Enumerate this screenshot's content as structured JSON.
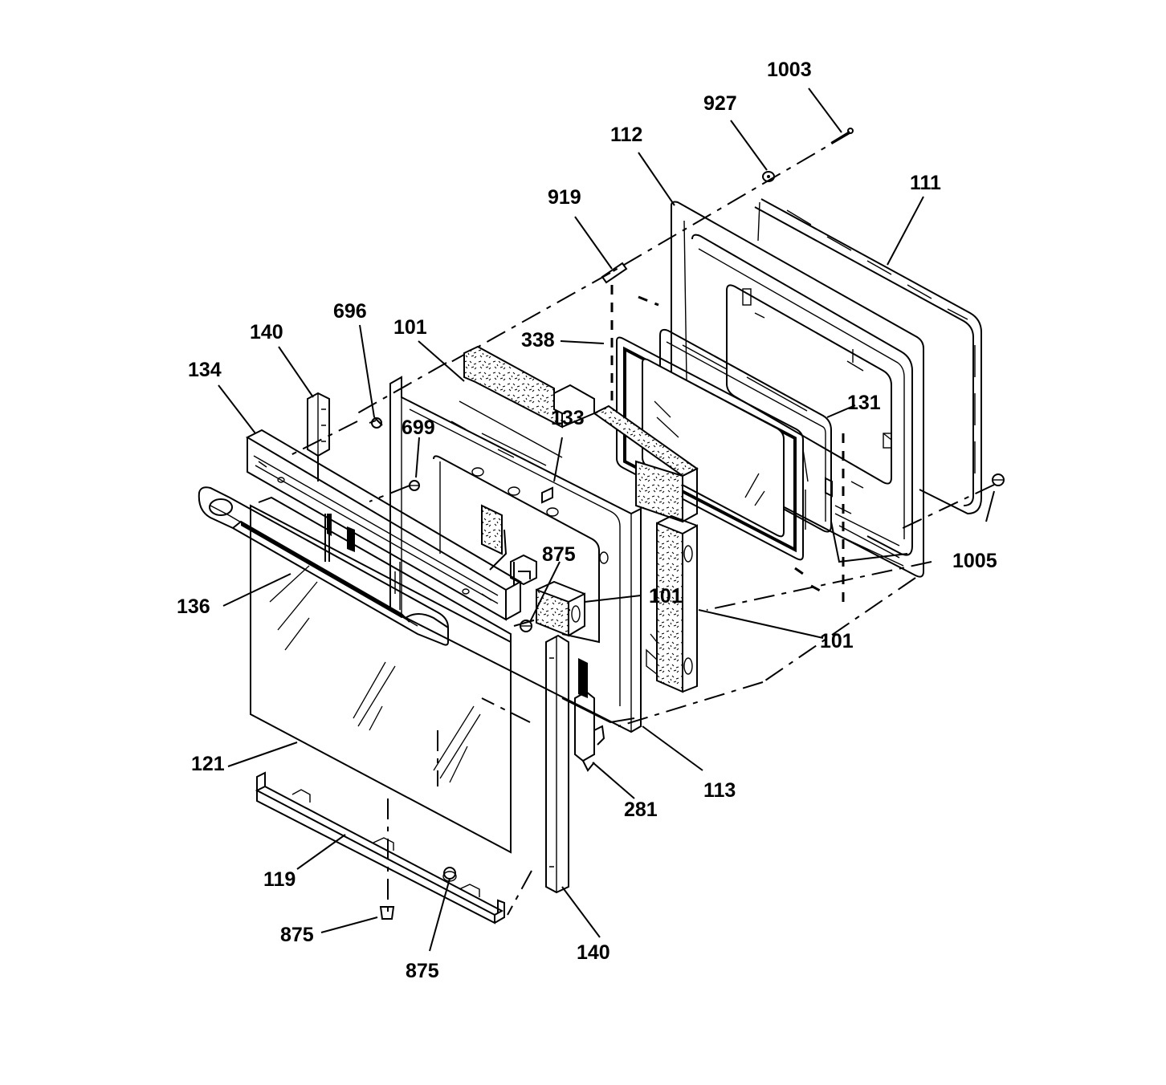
{
  "diagram": {
    "parts": [
      {
        "id": "p1003",
        "number": "1003",
        "part": "screw"
      },
      {
        "id": "p927",
        "number": "927",
        "part": "washer"
      },
      {
        "id": "p112",
        "number": "112",
        "part": "door liner"
      },
      {
        "id": "p111",
        "number": "111",
        "part": "door gasket"
      },
      {
        "id": "p919",
        "number": "919",
        "part": "pin"
      },
      {
        "id": "p338",
        "number": "338",
        "part": "window pack"
      },
      {
        "id": "p696",
        "number": "696",
        "part": "screw"
      },
      {
        "id": "p101a",
        "number": "101",
        "part": "insulation top"
      },
      {
        "id": "p140a",
        "number": "140",
        "part": "side trim left"
      },
      {
        "id": "p134",
        "number": "134",
        "part": "trim top"
      },
      {
        "id": "p699",
        "number": "699",
        "part": "screw"
      },
      {
        "id": "p133",
        "number": "133",
        "part": "clip"
      },
      {
        "id": "p131",
        "number": "131",
        "part": "insulation"
      },
      {
        "id": "p1005",
        "number": "1005",
        "part": "screw"
      },
      {
        "id": "p875a",
        "number": "875",
        "part": "screw"
      },
      {
        "id": "p101b",
        "number": "101",
        "part": "insulation side"
      },
      {
        "id": "p136",
        "number": "136",
        "part": "handle"
      },
      {
        "id": "p101c",
        "number": "101",
        "part": "insulation side right"
      },
      {
        "id": "p121",
        "number": "121",
        "part": "outer door glass"
      },
      {
        "id": "p113",
        "number": "113",
        "part": "door frame"
      },
      {
        "id": "p281",
        "number": "281",
        "part": "hinge"
      },
      {
        "id": "p119",
        "number": "119",
        "part": "bottom trim"
      },
      {
        "id": "p140b",
        "number": "140",
        "part": "side trim right"
      },
      {
        "id": "p875b",
        "number": "875",
        "part": "screw"
      },
      {
        "id": "p875c",
        "number": "875",
        "part": "screw"
      }
    ]
  }
}
